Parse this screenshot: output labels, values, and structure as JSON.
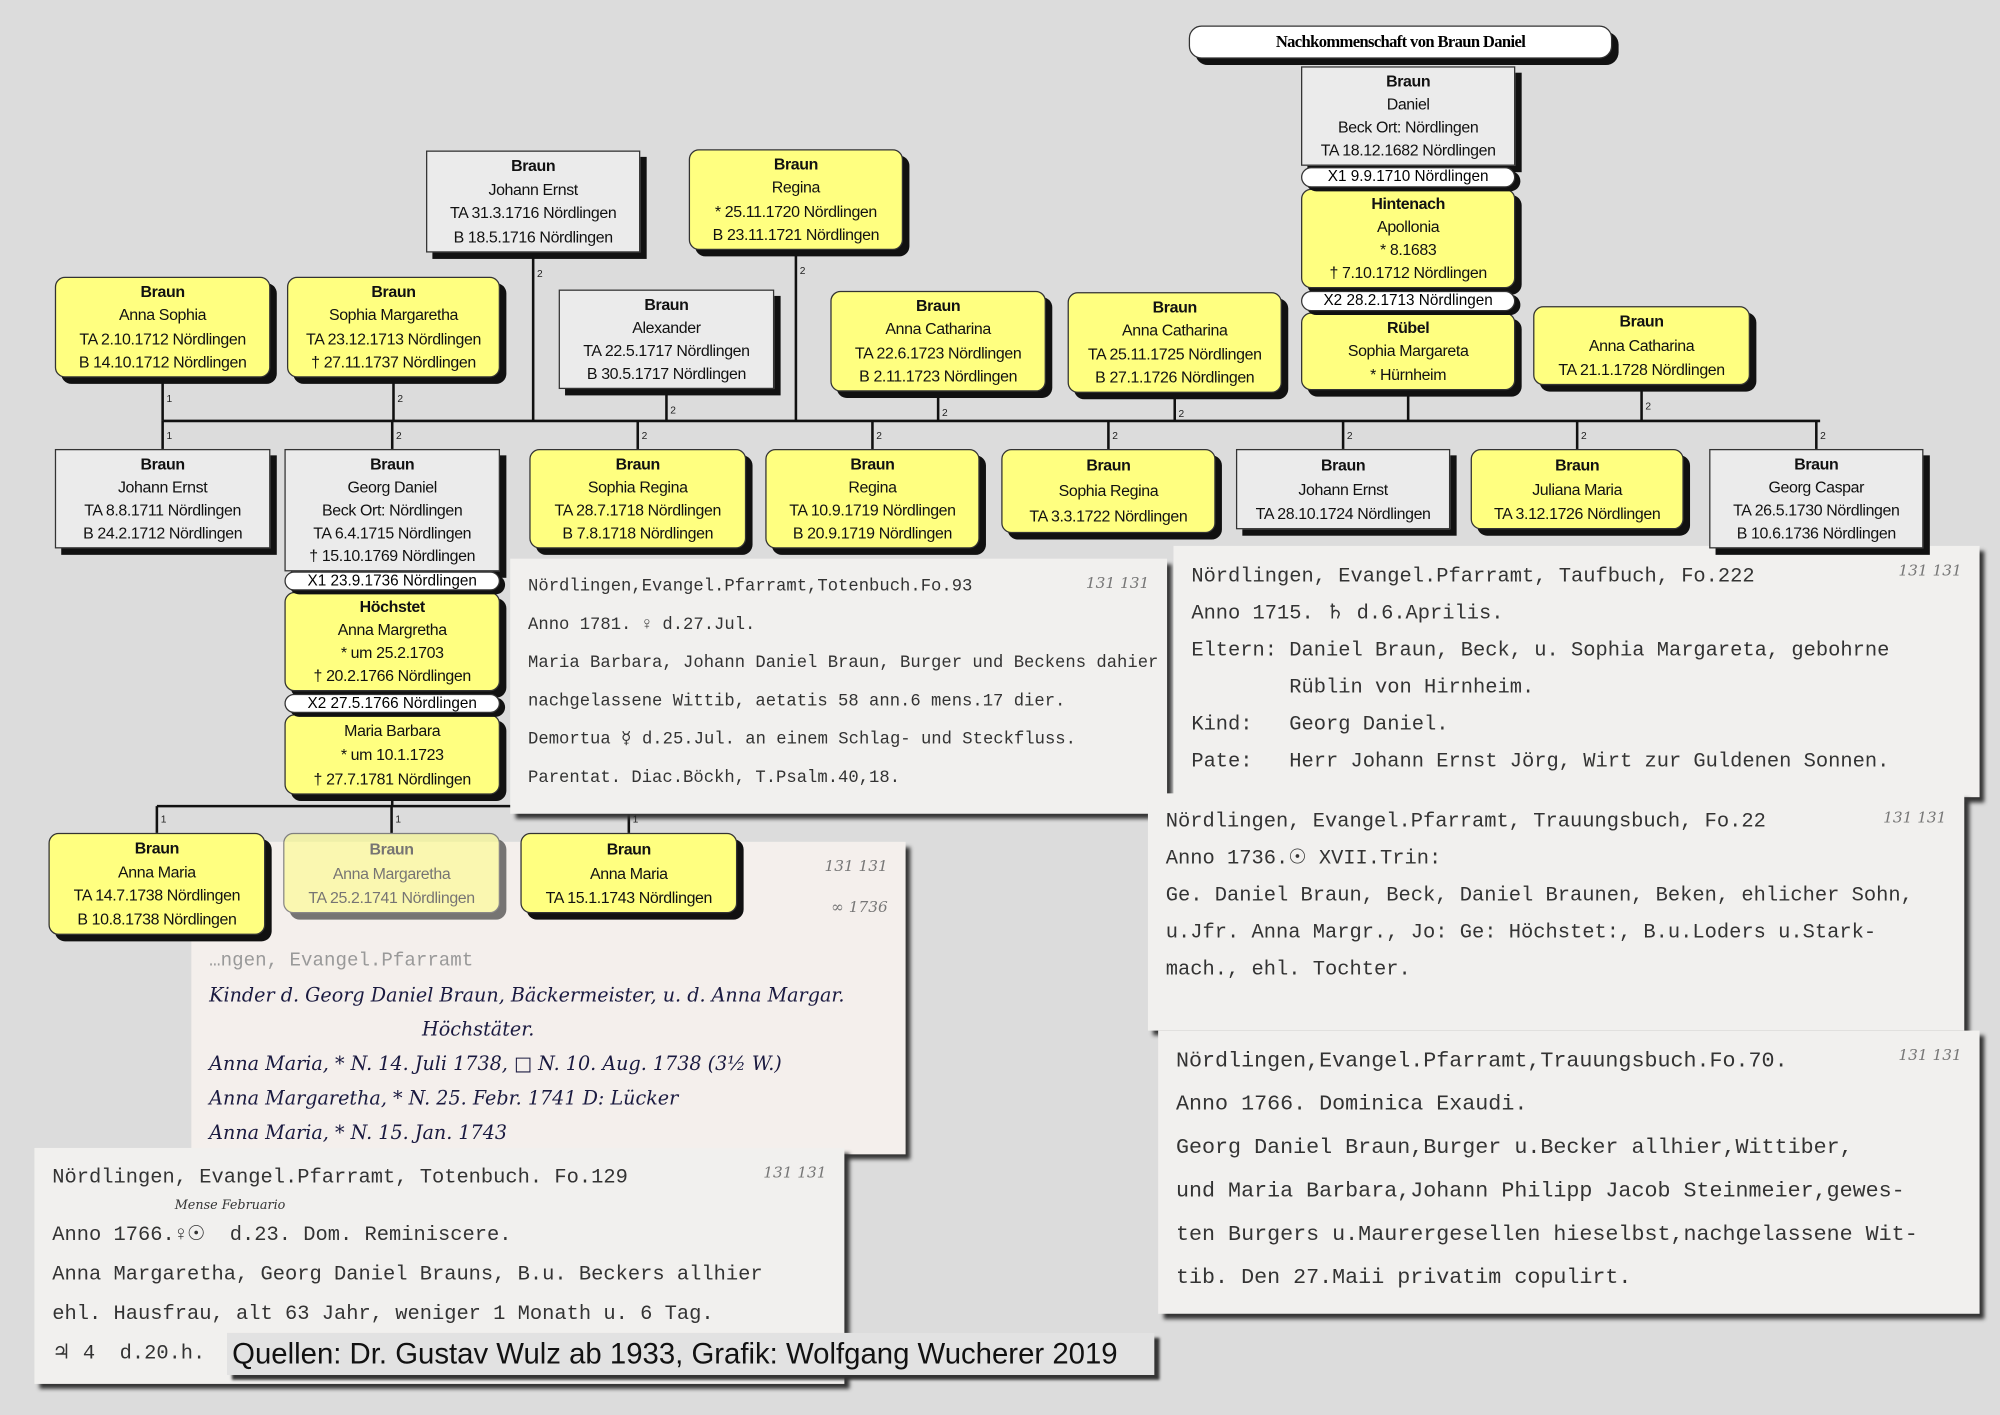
{
  "title": "Nachkommenschaft von Braun Daniel",
  "persons": [
    {
      "id": "daniel",
      "surname": "Braun",
      "lines": [
        "Daniel",
        "Beck Ort: Nördlingen",
        "TA 18.12.1682 Nördlingen"
      ],
      "style": "grey"
    },
    {
      "id": "hintenach",
      "surname": "Hintenach",
      "lines": [
        "Apollonia",
        "* 8.1683",
        "† 7.10.1712 Nördlingen"
      ],
      "style": "yellow"
    },
    {
      "id": "ruebel",
      "surname": "Rübel",
      "lines": [
        "Sophia Margareta",
        "* Hürnheim"
      ],
      "style": "yellow"
    },
    {
      "id": "je1716",
      "surname": "Braun",
      "lines": [
        "Johann Ernst",
        "TA 31.3.1716 Nördlingen",
        "B 18.5.1716 Nördlingen"
      ],
      "style": "grey",
      "link": "2"
    },
    {
      "id": "regina1720",
      "surname": "Braun",
      "lines": [
        "Regina",
        "* 25.11.1720 Nördlingen",
        "B 23.11.1721 Nördlingen"
      ],
      "style": "yellow",
      "link": "2"
    },
    {
      "id": "annasophia",
      "surname": "Braun",
      "lines": [
        "Anna Sophia",
        "TA 2.10.1712 Nördlingen",
        "B 14.10.1712 Nördlingen"
      ],
      "style": "yellow",
      "link": "1"
    },
    {
      "id": "sophiamarg",
      "surname": "Braun",
      "lines": [
        "Sophia Margaretha",
        "TA 23.12.1713 Nördlingen",
        "† 27.11.1737 Nördlingen"
      ],
      "style": "yellow",
      "link": "2"
    },
    {
      "id": "alexander",
      "surname": "Braun",
      "lines": [
        "Alexander",
        "TA 22.5.1717 Nördlingen",
        "B 30.5.1717 Nördlingen"
      ],
      "style": "grey",
      "link": "2"
    },
    {
      "id": "annacath1723",
      "surname": "Braun",
      "lines": [
        "Anna Catharina",
        "TA 22.6.1723 Nördlingen",
        "B 2.11.1723 Nördlingen"
      ],
      "style": "yellow",
      "link": "2"
    },
    {
      "id": "annacath1725",
      "surname": "Braun",
      "lines": [
        "Anna Catharina",
        "TA 25.11.1725 Nördlingen",
        "B 27.1.1726 Nördlingen"
      ],
      "style": "yellow",
      "link": "2"
    },
    {
      "id": "annacath1728",
      "surname": "Braun",
      "lines": [
        "Anna Catharina",
        "TA 21.1.1728 Nördlingen"
      ],
      "style": "yellow",
      "link": "2"
    },
    {
      "id": "je1711",
      "surname": "Braun",
      "lines": [
        "Johann Ernst",
        "TA 8.8.1711 Nördlingen",
        "B 24.2.1712 Nördlingen"
      ],
      "style": "grey",
      "link": "1"
    },
    {
      "id": "georgdaniel",
      "surname": "Braun",
      "lines": [
        "Georg Daniel",
        "Beck Ort: Nördlingen",
        "TA 6.4.1715 Nördlingen",
        "† 15.10.1769 Nördlingen"
      ],
      "style": "grey",
      "link": "2"
    },
    {
      "id": "sophiaregina1718",
      "surname": "Braun",
      "lines": [
        "Sophia Regina",
        "TA 28.7.1718 Nördlingen",
        "B 7.8.1718 Nördlingen"
      ],
      "style": "yellow",
      "link": "2"
    },
    {
      "id": "regina1719",
      "surname": "Braun",
      "lines": [
        "Regina",
        "TA 10.9.1719 Nördlingen",
        "B 20.9.1719 Nördlingen"
      ],
      "style": "yellow",
      "link": "2"
    },
    {
      "id": "sophiaregina1722",
      "surname": "Braun",
      "lines": [
        "Sophia Regina",
        "TA 3.3.1722 Nördlingen"
      ],
      "style": "yellow",
      "link": "2"
    },
    {
      "id": "je1724",
      "surname": "Braun",
      "lines": [
        "Johann Ernst",
        "TA 28.10.1724 Nördlingen"
      ],
      "style": "grey",
      "link": "2"
    },
    {
      "id": "juliana",
      "surname": "Braun",
      "lines": [
        "Juliana Maria",
        "TA 3.12.1726 Nördlingen"
      ],
      "style": "yellow",
      "link": "2"
    },
    {
      "id": "georgcaspar",
      "surname": "Braun",
      "lines": [
        "Georg Caspar",
        "TA 26.5.1730 Nördlingen",
        "B 10.6.1736 Nördlingen"
      ],
      "style": "grey",
      "link": "2"
    },
    {
      "id": "hoechstet",
      "surname": "Höchstet",
      "lines": [
        "Anna Margretha",
        "* um 25.2.1703",
        "† 20.2.1766 Nördlingen"
      ],
      "style": "yellow"
    },
    {
      "id": "mariabarbara",
      "surname": "",
      "lines": [
        "Maria Barbara",
        "* um 10.1.1723",
        "† 27.7.1781 Nördlingen"
      ],
      "style": "yellow"
    },
    {
      "id": "annamaria1738",
      "surname": "Braun",
      "lines": [
        "Anna Maria",
        "TA 14.7.1738 Nördlingen",
        "B 10.8.1738 Nördlingen"
      ],
      "style": "yellow",
      "link": "1"
    },
    {
      "id": "annamarg1741",
      "surname": "Braun",
      "lines": [
        "Anna Margaretha",
        "TA 25.2.1741 Nördlingen"
      ],
      "style": "yellow faded",
      "link": "1"
    },
    {
      "id": "annamaria1743",
      "surname": "Braun",
      "lines": [
        "Anna Maria",
        "TA 15.1.1743 Nördlingen"
      ],
      "style": "yellow",
      "link": "1"
    }
  ],
  "marriages": [
    {
      "id": "m1",
      "text": "X1 9.9.1710 Nördlingen"
    },
    {
      "id": "m2",
      "text": "X2 28.2.1713 Nördlingen"
    },
    {
      "id": "gm1",
      "text": "X1 23.9.1736 Nördlingen"
    },
    {
      "id": "gm2",
      "text": "X2 27.5.1766 Nördlingen"
    }
  ],
  "documents": [
    {
      "id": "docE",
      "hand": true,
      "ref": "131 131",
      "ref2": "∞ 1736",
      "header": "…ngen, Evangel.Pfarramt",
      "lines": [
        "Kinder d. Georg Daniel Braun, Bäckermeister, u. d. Anna Margar.",
        "                                   Höchstäter.",
        "Anna Maria, * N. 14. Juli 1738, □ N. 10. Aug. 1738 (3½ W.)",
        "Anna Margaretha, * N. 25. Febr. 1741 D: Lücker",
        "Anna Maria, * N. 15. Jan. 1743"
      ]
    },
    {
      "id": "docA",
      "ref": "131 131",
      "header": "Nördlingen,Evangel.Pfarramt,Totenbuch.Fo.93",
      "lines": [
        "Anno 1781. ♀ d.27.Jul.",
        "Maria Barbara, Johann Daniel Braun, Burger und Beckens dahier",
        "nachgelassene Wittib, aetatis 58 ann.6 mens.17 dier.",
        "Demortua ☿ d.25.Jul. an einem Schlag- und Steckfluss.",
        "Parentat. Diac.Böckh, T.Psalm.40,18."
      ]
    },
    {
      "id": "docB",
      "ref": "131 131",
      "header": "Nördlingen, Evangel.Pfarramt, Taufbuch, Fo.222",
      "lines": [
        "Anno 1715. ♄ d.6.Aprilis.",
        "Eltern: Daniel Braun, Beck, u. Sophia Margareta, gebohrne",
        "        Rüblin von Hirnheim.",
        "Kind:   Georg Daniel.",
        "Pate:   Herr Johann Ernst Jörg, Wirt zur Guldenen Sonnen."
      ]
    },
    {
      "id": "docC",
      "ref": "131 131",
      "header": "Nördlingen, Evangel.Pfarramt, Trauungsbuch, Fo.22",
      "lines": [
        "",
        "Anno 1736.☉ XVII.Trin:",
        "Ge. Daniel Braun, Beck, Daniel Braunen, Beken, ehlicher Sohn,",
        "u.Jfr. Anna Margr., Jo: Ge: Höchstet:, B.u.Loders u.Stark-",
        "mach., ehl. Tochter."
      ]
    },
    {
      "id": "docD",
      "ref": "131 131",
      "header": "Nördlingen,Evangel.Pfarramt,Trauungsbuch.Fo.70.",
      "lines": [
        "Anno 1766. Dominica Exaudi.",
        "Georg Daniel Braun,Burger u.Becker allhier,Wittiber,",
        "und Maria Barbara,Johann Philipp Jacob Steinmeier,gewes-",
        "ten Burgers u.Maurergesellen hieselbst,nachgelassene Wit-",
        "tib. Den 27.Maii privatim copulirt."
      ]
    },
    {
      "id": "docF",
      "ref": "131 131",
      "note": "Mense Februario",
      "header": "Nördlingen, Evangel.Pfarramt, Totenbuch. Fo.129",
      "lines": [
        "Anno 1766.♀☉  d.23. Dom. Reminiscere.",
        "Anna Margaretha, Georg Daniel Brauns, B.u. Beckers allhier",
        "ehl. Hausfrau, alt 63 Jahr, weniger 1 Monath u. 6 Tag.",
        "♃ 4  d.20.h."
      ]
    }
  ],
  "caption": "Quellen: Dr. Gustav Wulz ab 1933, Grafik: Wolfgang Wucherer 2019",
  "colors": {
    "yellow": "#ffff80",
    "grey": "#ebebeb",
    "background": "#dcdcdc",
    "underline": "#d33a6a"
  }
}
